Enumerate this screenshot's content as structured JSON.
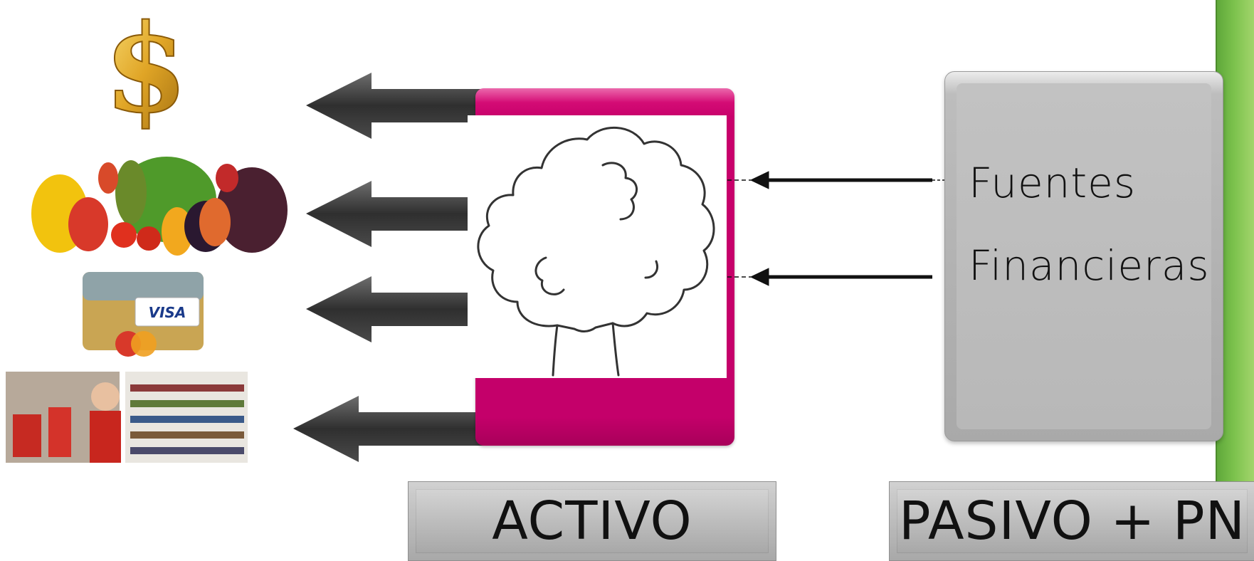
{
  "liabilities": {
    "line1": "Fuentes",
    "line2": "Financieras"
  },
  "labels": {
    "asset": "ACTIVO",
    "liability": "PASIVO + PN"
  },
  "colors": {
    "asset_box": "#c4006a",
    "liability_box": "#b3b3b3",
    "arrow_dark": "#3c3c3c",
    "accent_green": "#7cc24d",
    "coin_gold": "#e0a526"
  },
  "icons": [
    "dollar-sign-icon",
    "vegetables-icon",
    "credit-cards-icon",
    "supermarket-icon",
    "tree-icon"
  ]
}
